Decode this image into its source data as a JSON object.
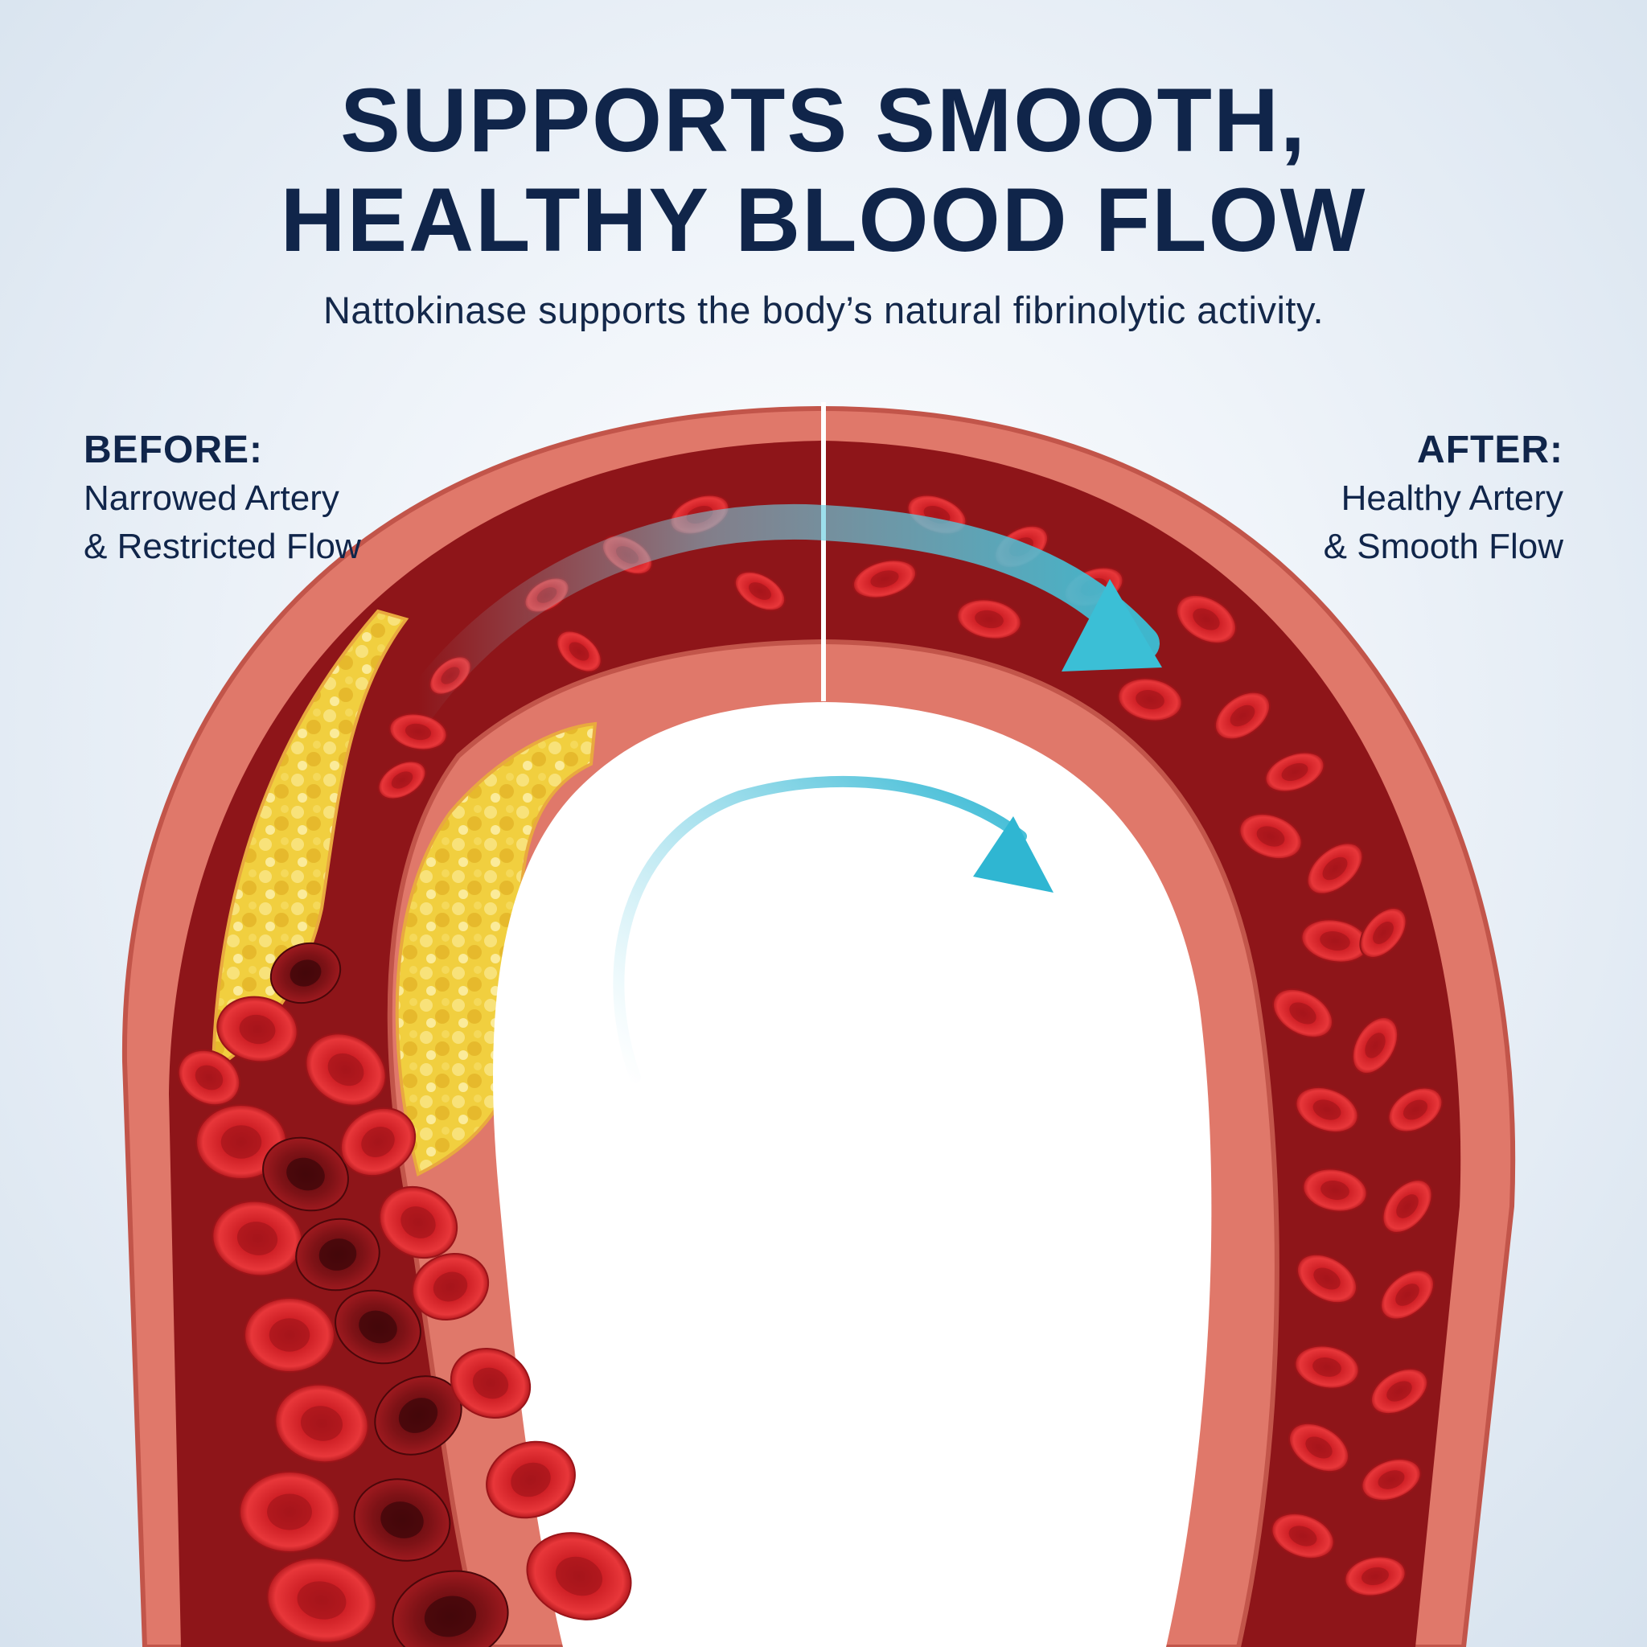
{
  "heading": {
    "line1": "SUPPORTS SMOOTH,",
    "line2": "HEALTHY BLOOD FLOW",
    "subtitle": "Nattokinase supports the body’s natural fibrinolytic activity."
  },
  "before": {
    "title": "BEFORE:",
    "line1": "Narrowed Artery",
    "line2": "& Restricted Flow"
  },
  "after": {
    "title": "AFTER:",
    "line1": "Healthy Artery",
    "line2": "& Smooth Flow"
  },
  "colors": {
    "title_text": "#10254a",
    "vessel_wall": "#e0786a",
    "vessel_lumen": "#8e1519",
    "plaque": "#f3d245",
    "blood_cell": "#d8252b",
    "flow_arrow": "#3bbfd6"
  }
}
